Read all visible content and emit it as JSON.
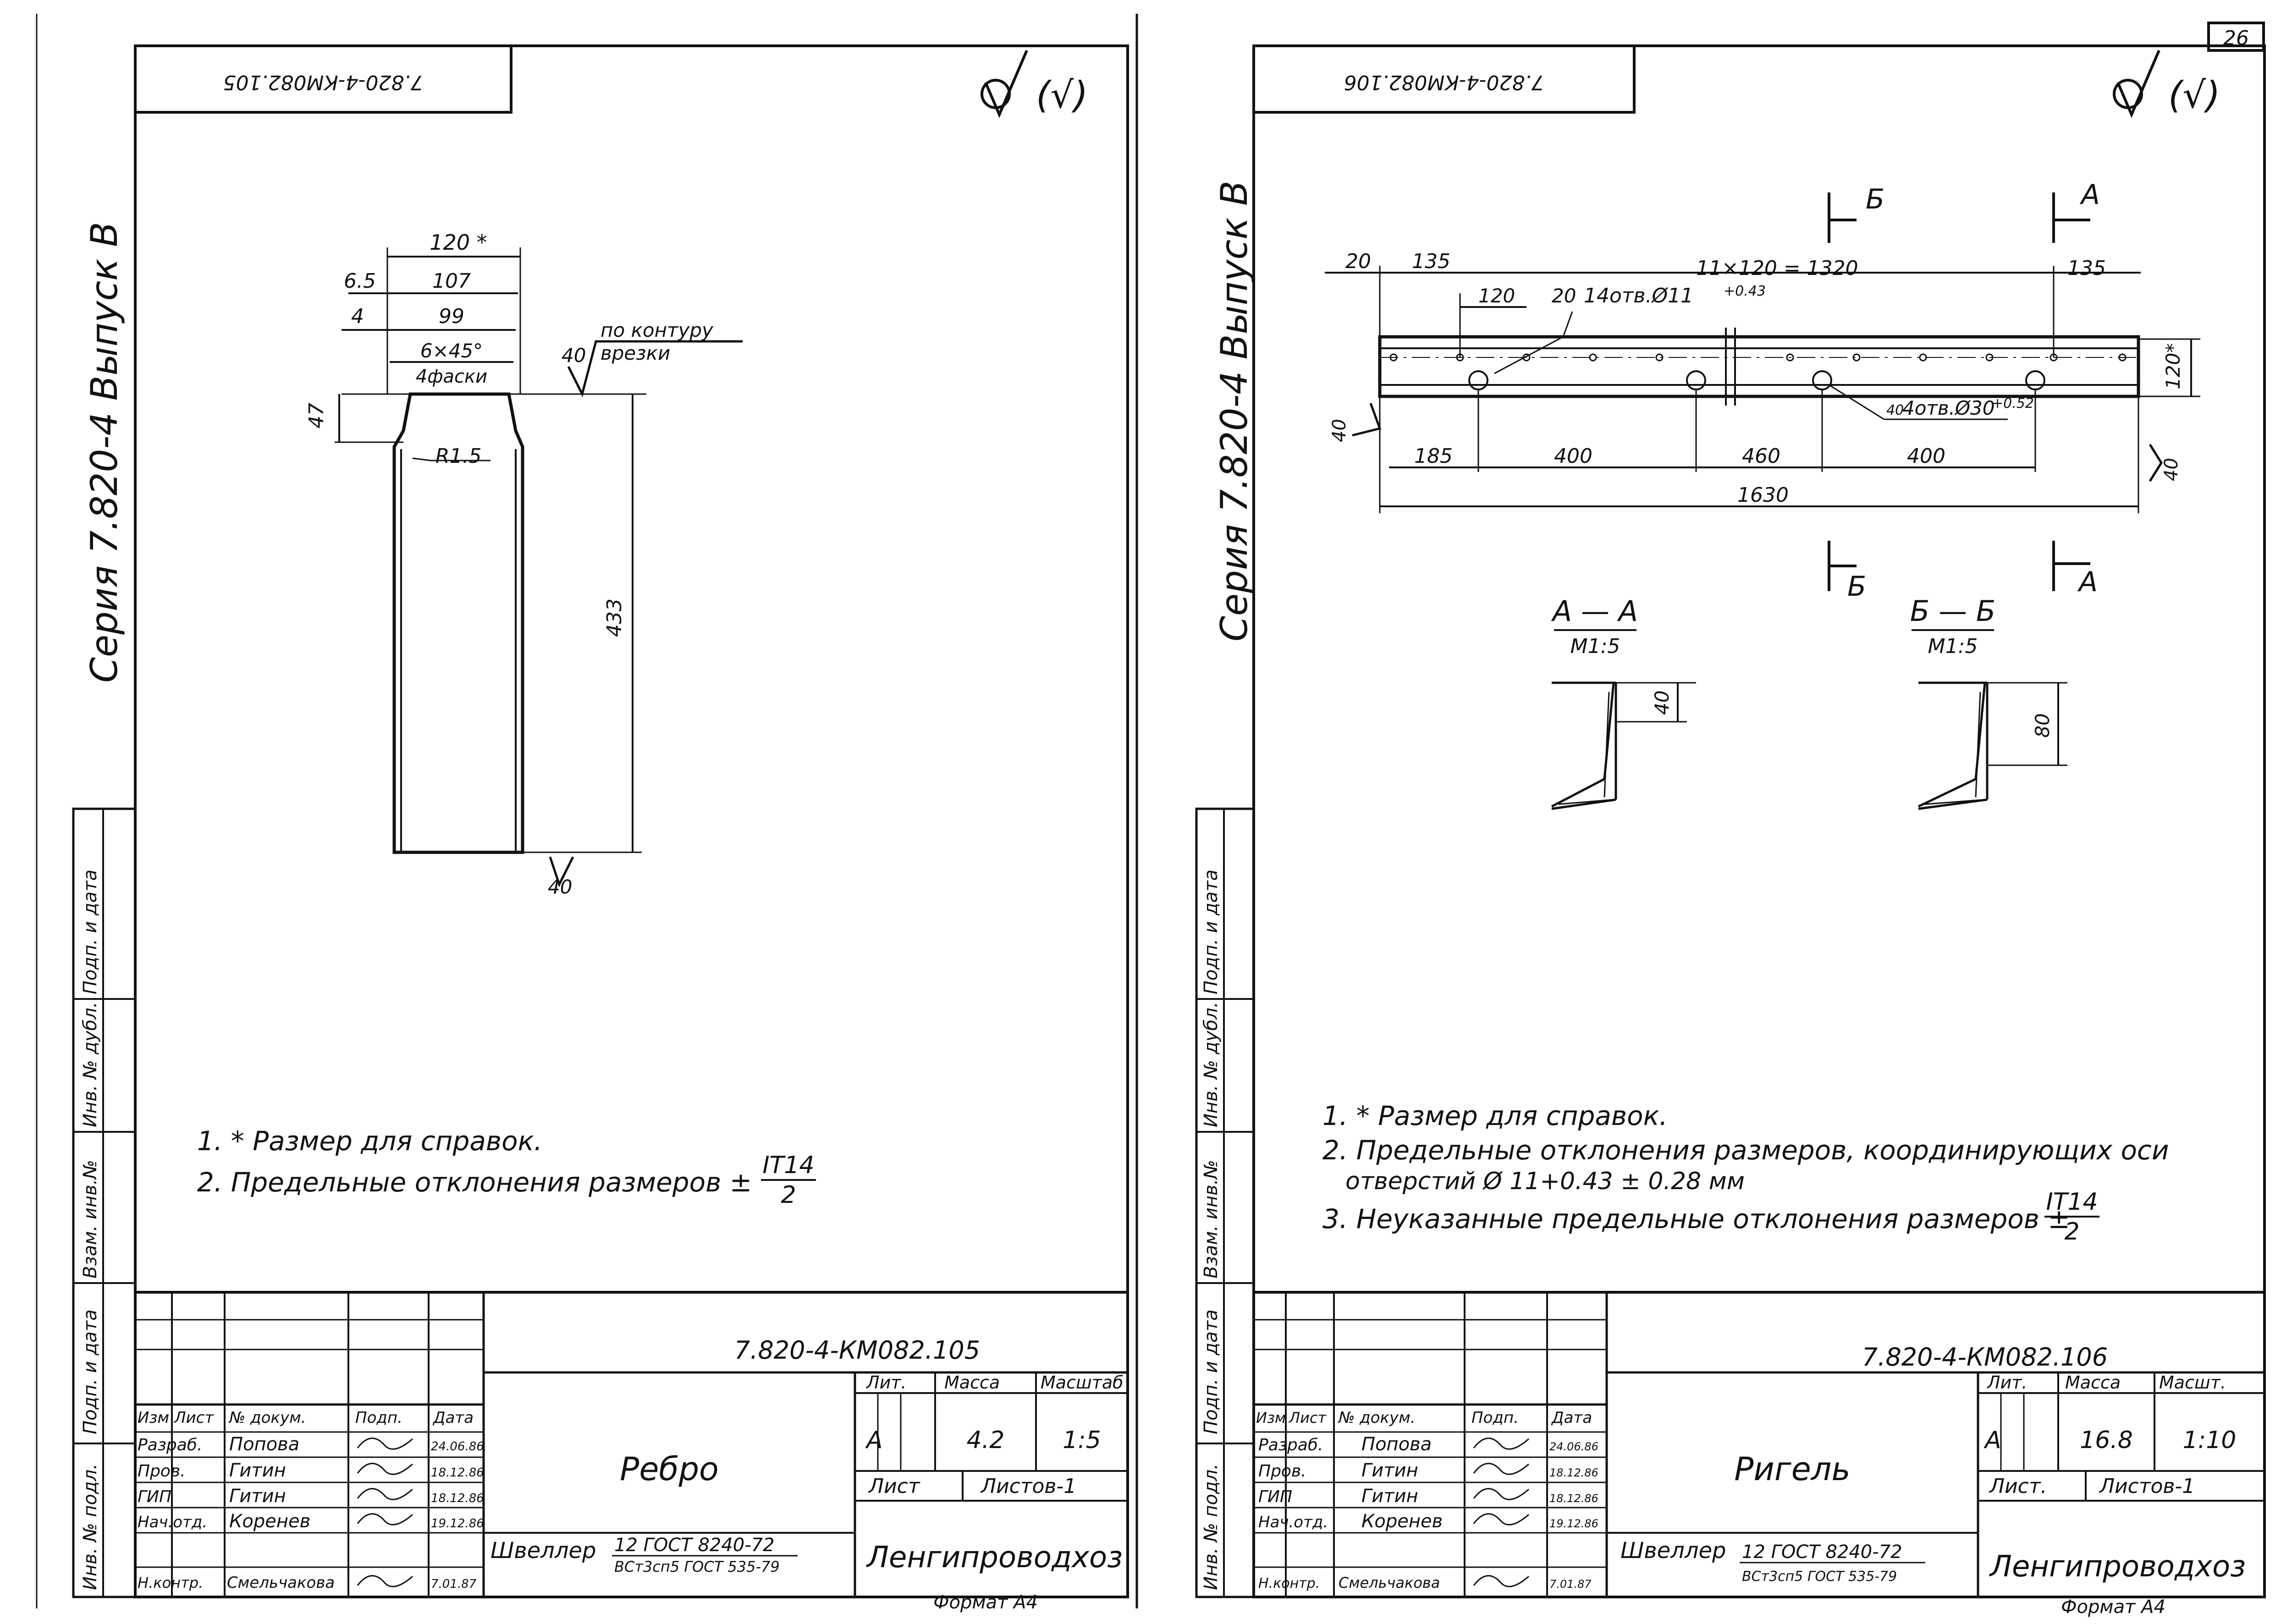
{
  "page_number": "26",
  "left_sheet": {
    "stamp_code": "7.820-4-КМ082.105",
    "roughness": "(√)",
    "series_label": "Серия 7.820-4 Выпуск В",
    "dims": {
      "d120": "120 *",
      "d65": "6.5",
      "d107": "107",
      "d4": "4",
      "d99": "99",
      "chamfer": "6×45°",
      "chamfer_count": "4фаски",
      "d47": "47",
      "r15": "R1.5",
      "d433": "433",
      "r40a": "40",
      "contour_note_1": "по контуру",
      "contour_note_2": "врезки",
      "r40b": "40"
    },
    "notes": [
      "1. * Размер для справок.",
      "2. Предельные отклонения размеров ±"
    ],
    "tolerance_num": "IT14",
    "tolerance_den": "2",
    "side_stamps": [
      "Инв. № подл.",
      "Подп. и дата",
      "Взам. инв.№",
      "Инв. № дубл.",
      "Подп. и дата"
    ],
    "title_block": {
      "code": "7.820-4-КМ082.105",
      "headers": [
        "Изм",
        "Лист",
        "№ докум.",
        "Подп.",
        "Дата"
      ],
      "rows": [
        {
          "role": "Разраб.",
          "name": "Попова",
          "date": "24.06.86"
        },
        {
          "role": "Пров.",
          "name": "Гитин",
          "date": "18.12.86"
        },
        {
          "role": "ГИП",
          "name": "Гитин",
          "date": "18.12.86"
        },
        {
          "role": "Нач.отд.",
          "name": "Коренев",
          "date": "19.12.86"
        },
        {
          "role": "Н.контр.",
          "name": "Смельчакова",
          "date": "7.01.87"
        }
      ],
      "part_name": "Ребро",
      "col_lit": "Лит.",
      "col_mass": "Масса",
      "col_scale": "Масштаб",
      "lit": "А",
      "mass": "4.2",
      "scale": "1:5",
      "sheet_label": "Лист",
      "sheets_label": "Листов-1",
      "material_label": "Швеллер",
      "material_1": "12 ГОСТ 8240-72",
      "material_2": "ВСт3сп5 ГОСТ 535-79",
      "org": "Ленгипроводхоз",
      "format": "Формат А4"
    }
  },
  "right_sheet": {
    "stamp_code": "7.820-4-КМ082.106",
    "roughness": "(√)",
    "series_label": "Серия 7.820-4 Выпуск В",
    "section_marks": {
      "b": "Б",
      "a": "А"
    },
    "dims": {
      "d20": "20",
      "d135a": "135",
      "d1320": "11×120 = 1320",
      "d135b": "135",
      "d120": "120",
      "d20b": "20",
      "holes1": "14отв.Ø11",
      "holes1_tol": "+0.43",
      "d120h": "120*",
      "holes2": "4отв.Ø30",
      "holes2_tol": "+0.52",
      "r40_small": "40",
      "d185": "185",
      "d400a": "400",
      "d460": "460",
      "d400b": "400",
      "d1630": "1630",
      "r40_left": "40",
      "r40_right": "40"
    },
    "section_aa": {
      "title": "А — А",
      "scale": "М1:5",
      "dim": "40"
    },
    "section_bb": {
      "title": "Б — Б",
      "scale": "М1:5",
      "dim": "80"
    },
    "notes": [
      "1. * Размер для справок.",
      "2. Предельные отклонения размеров, координирующих оси",
      "отверстий Ø 11+0.43 ± 0.28 мм",
      "3. Неуказанные предельные отклонения размеров ±"
    ],
    "tolerance_num": "IT14",
    "tolerance_den": "2",
    "side_stamps": [
      "Инв. № подл.",
      "Подп. и дата",
      "Взам. инв.№",
      "Инв. № дубл.",
      "Подп. и дата"
    ],
    "title_block": {
      "code": "7.820-4-КМ082.106",
      "headers": [
        "Изм",
        "Лист",
        "№ докум.",
        "Подп.",
        "Дата"
      ],
      "rows": [
        {
          "role": "Разраб.",
          "name": "Попова",
          "date": "24.06.86"
        },
        {
          "role": "Пров.",
          "name": "Гитин",
          "date": "18.12.86"
        },
        {
          "role": "ГИП",
          "name": "Гитин",
          "date": "18.12.86"
        },
        {
          "role": "Нач.отд.",
          "name": "Коренев",
          "date": "19.12.86"
        },
        {
          "role": "Н.контр.",
          "name": "Смельчакова",
          "date": "7.01.87"
        }
      ],
      "part_name": "Ригель",
      "col_lit": "Лит.",
      "col_mass": "Масса",
      "col_scale": "Масшт.",
      "lit": "А",
      "mass": "16.8",
      "scale": "1:10",
      "sheet_label": "Лист.",
      "sheets_label": "Листов-1",
      "material_label": "Швеллер",
      "material_1": "12 ГОСТ 8240-72",
      "material_2": "ВСт3сп5 ГОСТ 535-79",
      "org": "Ленгипроводхоз",
      "format": "Формат А4"
    }
  }
}
